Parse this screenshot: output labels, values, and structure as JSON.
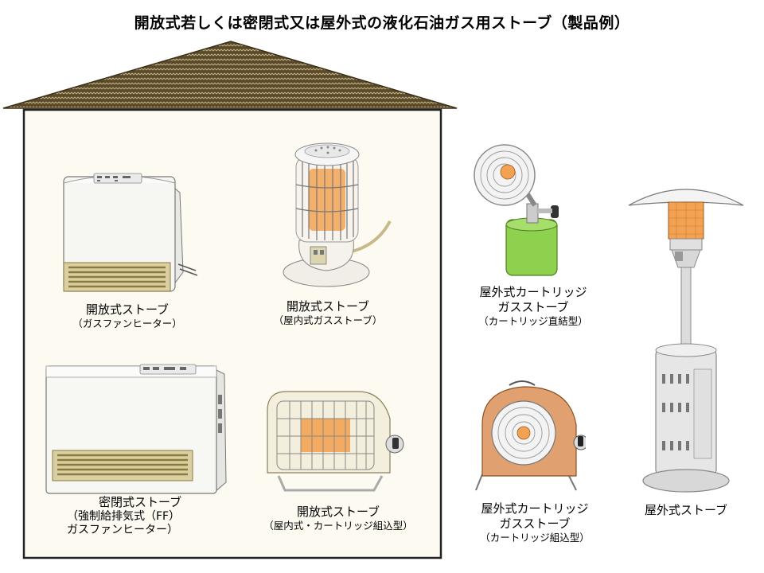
{
  "title": "開放式若しくは密閉式又は屋外式の液化石油ガス用ストーブ（製品例）",
  "products": {
    "fan_heater": {
      "label": "開放式ストーブ",
      "sub": "（ガスファンヒーター）"
    },
    "indoor_gas_stove": {
      "label": "開放式ストーブ",
      "sub": "（屋内式ガスストーブ）"
    },
    "ff_heater": {
      "label": "密閉式ストーブ",
      "sub1": "（強制給排気式（FF）",
      "sub2": "ガスファンヒーター）"
    },
    "cartridge_indoor": {
      "label": "開放式ストーブ",
      "sub": "（屋内式・カートリッジ組込型）"
    },
    "cartridge_direct": {
      "label1": "屋外式カートリッジ",
      "label2": "ガスストーブ",
      "sub": "（カートリッジ直結型）"
    },
    "cartridge_builtin": {
      "label1": "屋外式カートリッジ",
      "label2": "ガスストーブ",
      "sub": "（カートリッジ組込型）"
    },
    "patio_heater": {
      "label": "屋外式ストーブ"
    }
  },
  "colors": {
    "roof": "#5a4a2a",
    "house_fill": "#fdfaf2",
    "grille": "#8a7a3c",
    "flame": "#f3a253",
    "cartridge_green": "#8ed14f",
    "body_orange": "#e0a070"
  }
}
